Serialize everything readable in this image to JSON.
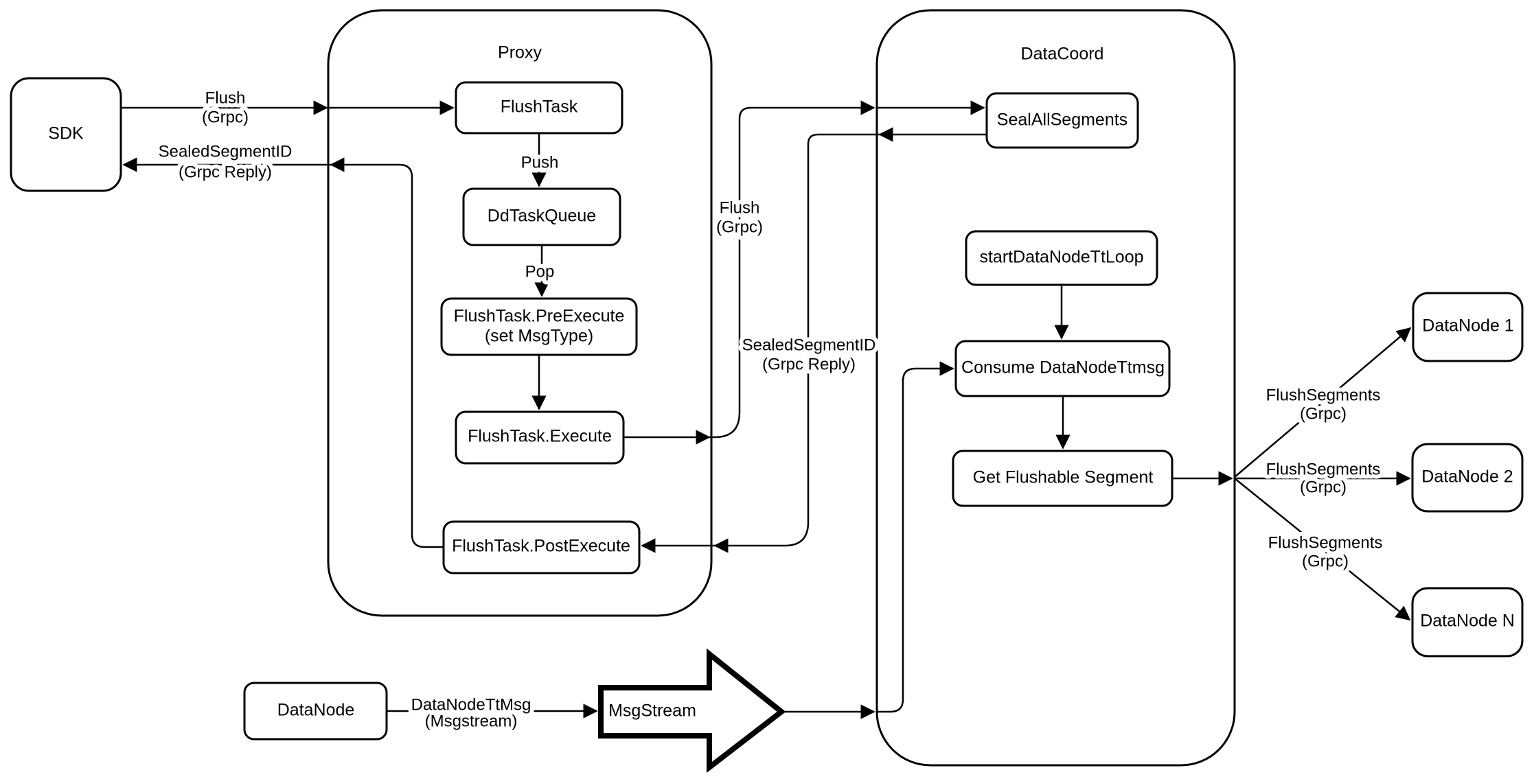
{
  "diagram": {
    "colors": {
      "stroke": "#000000",
      "node_fill": "#ffffff",
      "background": "#ffffff"
    },
    "containers": {
      "proxy": {
        "label": "Proxy"
      },
      "data_coord": {
        "label": "DataCoord"
      }
    },
    "nodes": {
      "sdk": {
        "label": "SDK"
      },
      "flush_task": {
        "label": "FlushTask"
      },
      "dd_task_queue": {
        "label": "DdTaskQueue"
      },
      "flush_task_pre_execute": {
        "line1": "FlushTask.PreExecute",
        "line2": "(set MsgType)"
      },
      "flush_task_execute": {
        "label": "FlushTask.Execute"
      },
      "flush_task_post_execute": {
        "label": "FlushTask.PostExecute"
      },
      "seal_all_segments": {
        "label": "SealAllSegments"
      },
      "start_data_node_tt_loop": {
        "label": "startDataNodeTtLoop"
      },
      "consume_data_node_ttmsg": {
        "label": "Consume DataNodeTtmsg"
      },
      "get_flushable_segment": {
        "label": "Get Flushable Segment"
      },
      "data_node_1": {
        "label": "DataNode 1"
      },
      "data_node_2": {
        "label": "DataNode 2"
      },
      "data_node_n": {
        "label": "DataNode N"
      },
      "data_node": {
        "label": "DataNode"
      },
      "msg_stream": {
        "label": "MsgStream"
      }
    },
    "edge_labels": {
      "flush_sdk": {
        "line1": "Flush",
        "line2": "(Grpc)"
      },
      "sealed_segment_id_sdk": {
        "line1": "SealedSegmentID",
        "line2": "(Grpc Reply)"
      },
      "push": {
        "label": "Push"
      },
      "pop": {
        "label": "Pop"
      },
      "flush_mid": {
        "line1": "Flush",
        "line2": "(Grpc)"
      },
      "sealed_segment_id_mid": {
        "line1": "SealedSegmentID",
        "line2": "(Grpc Reply)"
      },
      "flush_segments_1": {
        "line1": "FlushSegments",
        "line2": "(Grpc)"
      },
      "flush_segments_2": {
        "line1": "FlushSegments",
        "line2": "(Grpc)"
      },
      "flush_segments_3": {
        "line1": "FlushSegments",
        "line2": "(Grpc)"
      },
      "data_node_tt_msg": {
        "line1": "DataNodeTtMsg",
        "line2": "(Msgstream)"
      }
    }
  }
}
